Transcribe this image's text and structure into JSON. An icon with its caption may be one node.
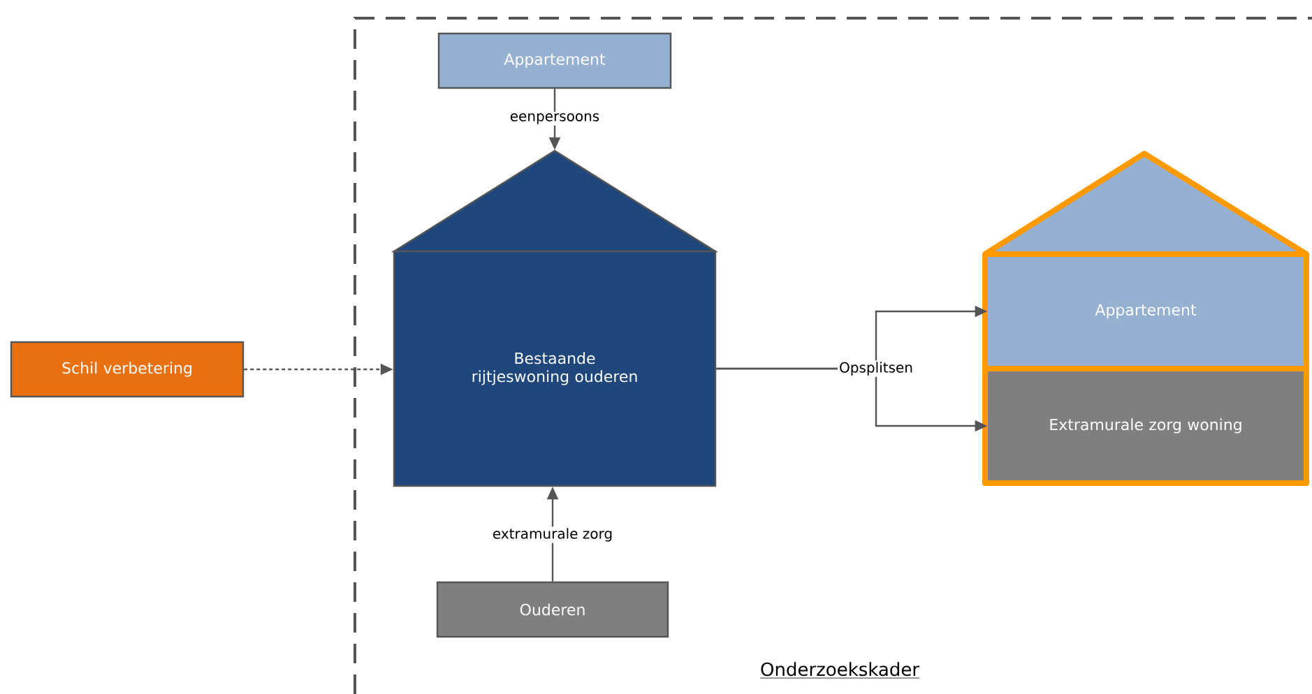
{
  "diagram": {
    "nodes": [
      {
        "text": [
          "Onderzoekskader"
        ]
      },
      {
        "text": [
          "Appartement"
        ],
        "in": 0
      },
      {
        "text": [
          "Schil verbetering"
        ]
      },
      {
        "text": [
          "Bestaande rijtjeswoning ouderen"
        ],
        "in": 0
      },
      {
        "text": [
          "Ouderen"
        ],
        "in": 0
      },
      {
        "text": [],
        "shape": "house",
        "in": 0
      },
      {
        "text": [
          "Appartement"
        ],
        "in": 5
      },
      {
        "text": [
          "Extramurale zorg woning"
        ],
        "in": 5
      }
    ],
    "edges": [
      {
        "from": 1,
        "to": 3,
        "arrow": "to",
        "label": "eenpersoons"
      },
      {
        "from": 2,
        "to": 3,
        "arrow": "to",
        "style": "dashed"
      },
      {
        "from": 4,
        "to": 3,
        "arrow": "to",
        "label": "extramurale zorg"
      },
      {
        "from": 3,
        "to": 6,
        "arrow": "to",
        "label": "Opsplitsen"
      },
      {
        "from": 3,
        "to": 7,
        "arrow": "to"
      }
    ]
  }
}
